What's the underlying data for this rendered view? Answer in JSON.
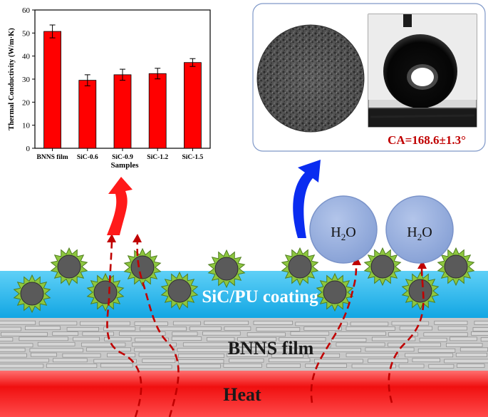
{
  "chart_data": {
    "type": "bar",
    "ylabel": "Thermal Conductivity (W/m·K)",
    "xlabel": "Samples",
    "categories": [
      "BNNS film",
      "SiC-0.6",
      "SiC-0.9",
      "SiC-1.2",
      "SiC-1.5"
    ],
    "values": [
      50.7,
      29.5,
      31.9,
      32.4,
      37.2
    ],
    "errors": [
      2.8,
      2.4,
      2.4,
      2.3,
      1.7
    ],
    "ylim": [
      0,
      60
    ],
    "yticks": [
      "0",
      "10",
      "20",
      "30",
      "40",
      "50",
      "60"
    ],
    "bar_color": "#ff0000"
  },
  "contact_angle": {
    "label": "CA=168.6±1.3°",
    "color": "#c00000"
  },
  "droplets": [
    {
      "main": "H",
      "sub": "2",
      "tail": "O"
    },
    {
      "main": "H",
      "sub": "2",
      "tail": "O"
    }
  ],
  "layers": {
    "coating": "SiC/PU coating",
    "film": "BNNS film",
    "heat": "Heat"
  },
  "colors": {
    "coating": "#1ab2ea",
    "film": "#c8c8c8",
    "heat": "#f01010",
    "arrow_red": "#ff1a1a",
    "arrow_blue": "#0a2cf0",
    "path": "#c00000",
    "star": "#8dc63f",
    "droplet": "#97aedd"
  }
}
